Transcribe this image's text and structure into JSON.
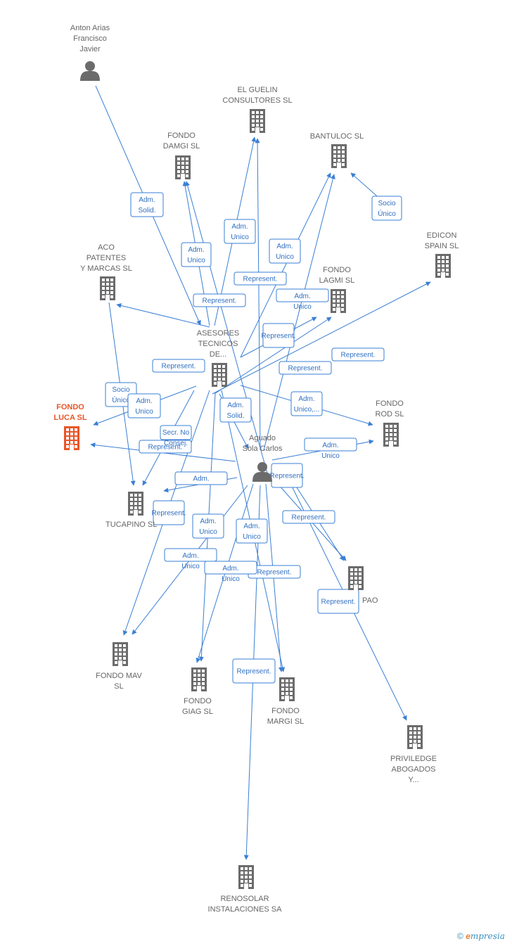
{
  "colors": {
    "edge": "#3a7fd5",
    "icon": "#6b6b6b",
    "focus": "#e8562a",
    "label": "#666666"
  },
  "nodes": [
    {
      "id": "anton",
      "type": "person",
      "lines": [
        "Anton Arias",
        "Francisco",
        "Javier"
      ]
    },
    {
      "id": "guelin",
      "type": "company",
      "lines": [
        "EL GUELIN",
        "CONSULTORES SL"
      ]
    },
    {
      "id": "damgi",
      "type": "company",
      "lines": [
        "FONDO",
        "DAMGI  SL"
      ]
    },
    {
      "id": "bantuloc",
      "type": "company",
      "lines": [
        "BANTULOC  SL"
      ]
    },
    {
      "id": "edicon",
      "type": "company",
      "lines": [
        "EDICON",
        "SPAIN SL"
      ]
    },
    {
      "id": "aco",
      "type": "company",
      "lines": [
        "ACO",
        "PATENTES",
        "Y MARCAS SL"
      ]
    },
    {
      "id": "lagmi",
      "type": "company",
      "lines": [
        "FONDO",
        "LAGMI  SL"
      ]
    },
    {
      "id": "asesores",
      "type": "company",
      "lines": [
        "ASESORES",
        "TECNICOS",
        "DE..."
      ]
    },
    {
      "id": "luca",
      "type": "company",
      "focus": true,
      "lines": [
        "FONDO",
        "LUCA  SL"
      ]
    },
    {
      "id": "rod",
      "type": "company",
      "lines": [
        "FONDO",
        "ROD  SL"
      ]
    },
    {
      "id": "aguado",
      "type": "person",
      "lines": [
        "Aguado",
        "Sola Carlos"
      ]
    },
    {
      "id": "tucapino",
      "type": "company",
      "lines": [
        "TUCAPINO  SL"
      ]
    },
    {
      "id": "pao",
      "type": "company",
      "lines": [
        "PAO"
      ]
    },
    {
      "id": "mav",
      "type": "company",
      "lines": [
        "FONDO MAV",
        "SL"
      ]
    },
    {
      "id": "giag",
      "type": "company",
      "lines": [
        "FONDO",
        "GIAG  SL"
      ]
    },
    {
      "id": "margi",
      "type": "company",
      "lines": [
        "FONDO",
        "MARGI  SL"
      ]
    },
    {
      "id": "priviledge",
      "type": "company",
      "lines": [
        "PRIVILEDGE",
        "ABOGADOS",
        "Y..."
      ]
    },
    {
      "id": "renosolar",
      "type": "company",
      "lines": [
        "RENOSOLAR",
        "INSTALACIONES SA"
      ]
    }
  ],
  "relations": [
    {
      "lines": [
        "Adm.",
        "Solid."
      ]
    },
    {
      "lines": [
        "Adm.",
        "Unico"
      ]
    },
    {
      "lines": [
        "Adm.",
        "Unico"
      ]
    },
    {
      "lines": [
        "Adm.",
        "Unico"
      ]
    },
    {
      "lines": [
        "Represent."
      ]
    },
    {
      "lines": [
        "Represent."
      ]
    },
    {
      "lines": [
        "Socio",
        "Único"
      ]
    },
    {
      "lines": [
        "Represent."
      ]
    },
    {
      "lines": [
        "Adm.",
        "Unico"
      ]
    },
    {
      "lines": [
        "Represent."
      ]
    },
    {
      "lines": [
        "Represent."
      ]
    },
    {
      "lines": [
        "Represent."
      ]
    },
    {
      "lines": [
        "Socio",
        "Único"
      ]
    },
    {
      "lines": [
        "Adm.",
        "Unico"
      ]
    },
    {
      "lines": [
        "Adm.",
        "Solid."
      ]
    },
    {
      "lines": [
        "Adm.",
        "Unico"
      ]
    },
    {
      "lines": [
        "Adm."
      ]
    },
    {
      "lines": [
        "Represent."
      ]
    },
    {
      "lines": [
        "Represent."
      ]
    },
    {
      "lines": [
        "Represent."
      ]
    },
    {
      "lines": [
        "Adm.",
        "Unico"
      ]
    },
    {
      "lines": [
        "Adm.",
        "Unico"
      ]
    },
    {
      "lines": [
        "Adm.",
        "Unico"
      ]
    },
    {
      "lines": [
        "Adm.",
        "Unico"
      ]
    },
    {
      "lines": [
        "Represent."
      ]
    },
    {
      "lines": [
        "Represent."
      ]
    },
    {
      "lines": [
        "Represent."
      ]
    },
    {
      "lines": [
        "Represent."
      ]
    },
    {
      "lines": [
        "Adm.",
        "Unico,..."
      ]
    },
    {
      "lines": [
        "Secr.  No",
        "Consej."
      ]
    }
  ],
  "watermark": {
    "copyright": "©",
    "brand_initial": "e",
    "brand_rest": "mpresia"
  }
}
